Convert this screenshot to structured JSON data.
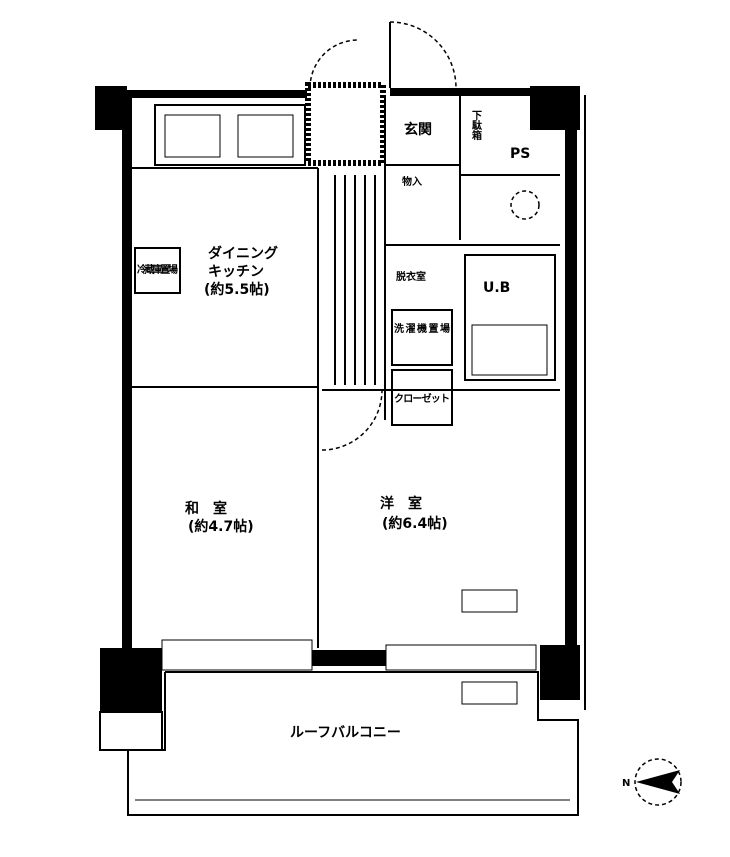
{
  "rooms": {
    "dk_name_1": "ダイニング",
    "dk_name_2": "キッチン",
    "dk_size": "(約5.5帖)",
    "washitsu_name": "和　室",
    "washitsu_size": "(約4.7帖)",
    "youshitsu_name": "洋　室",
    "youshitsu_size": "(約6.4帖)",
    "entrance": "玄関",
    "shoe_box": "下駄箱",
    "ps": "PS",
    "storage": "物入",
    "dressing": "脱衣室",
    "bath": "U.B",
    "washer": "洗濯機置場",
    "fridge": "冷蔵庫置場",
    "closet": "クローゼット",
    "balcony": "ルーフバルコニー"
  },
  "colors": {
    "ink": "#000000",
    "paper": "#ffffff"
  },
  "compass": {
    "icon": "north-arrow-icon",
    "label": "N"
  }
}
